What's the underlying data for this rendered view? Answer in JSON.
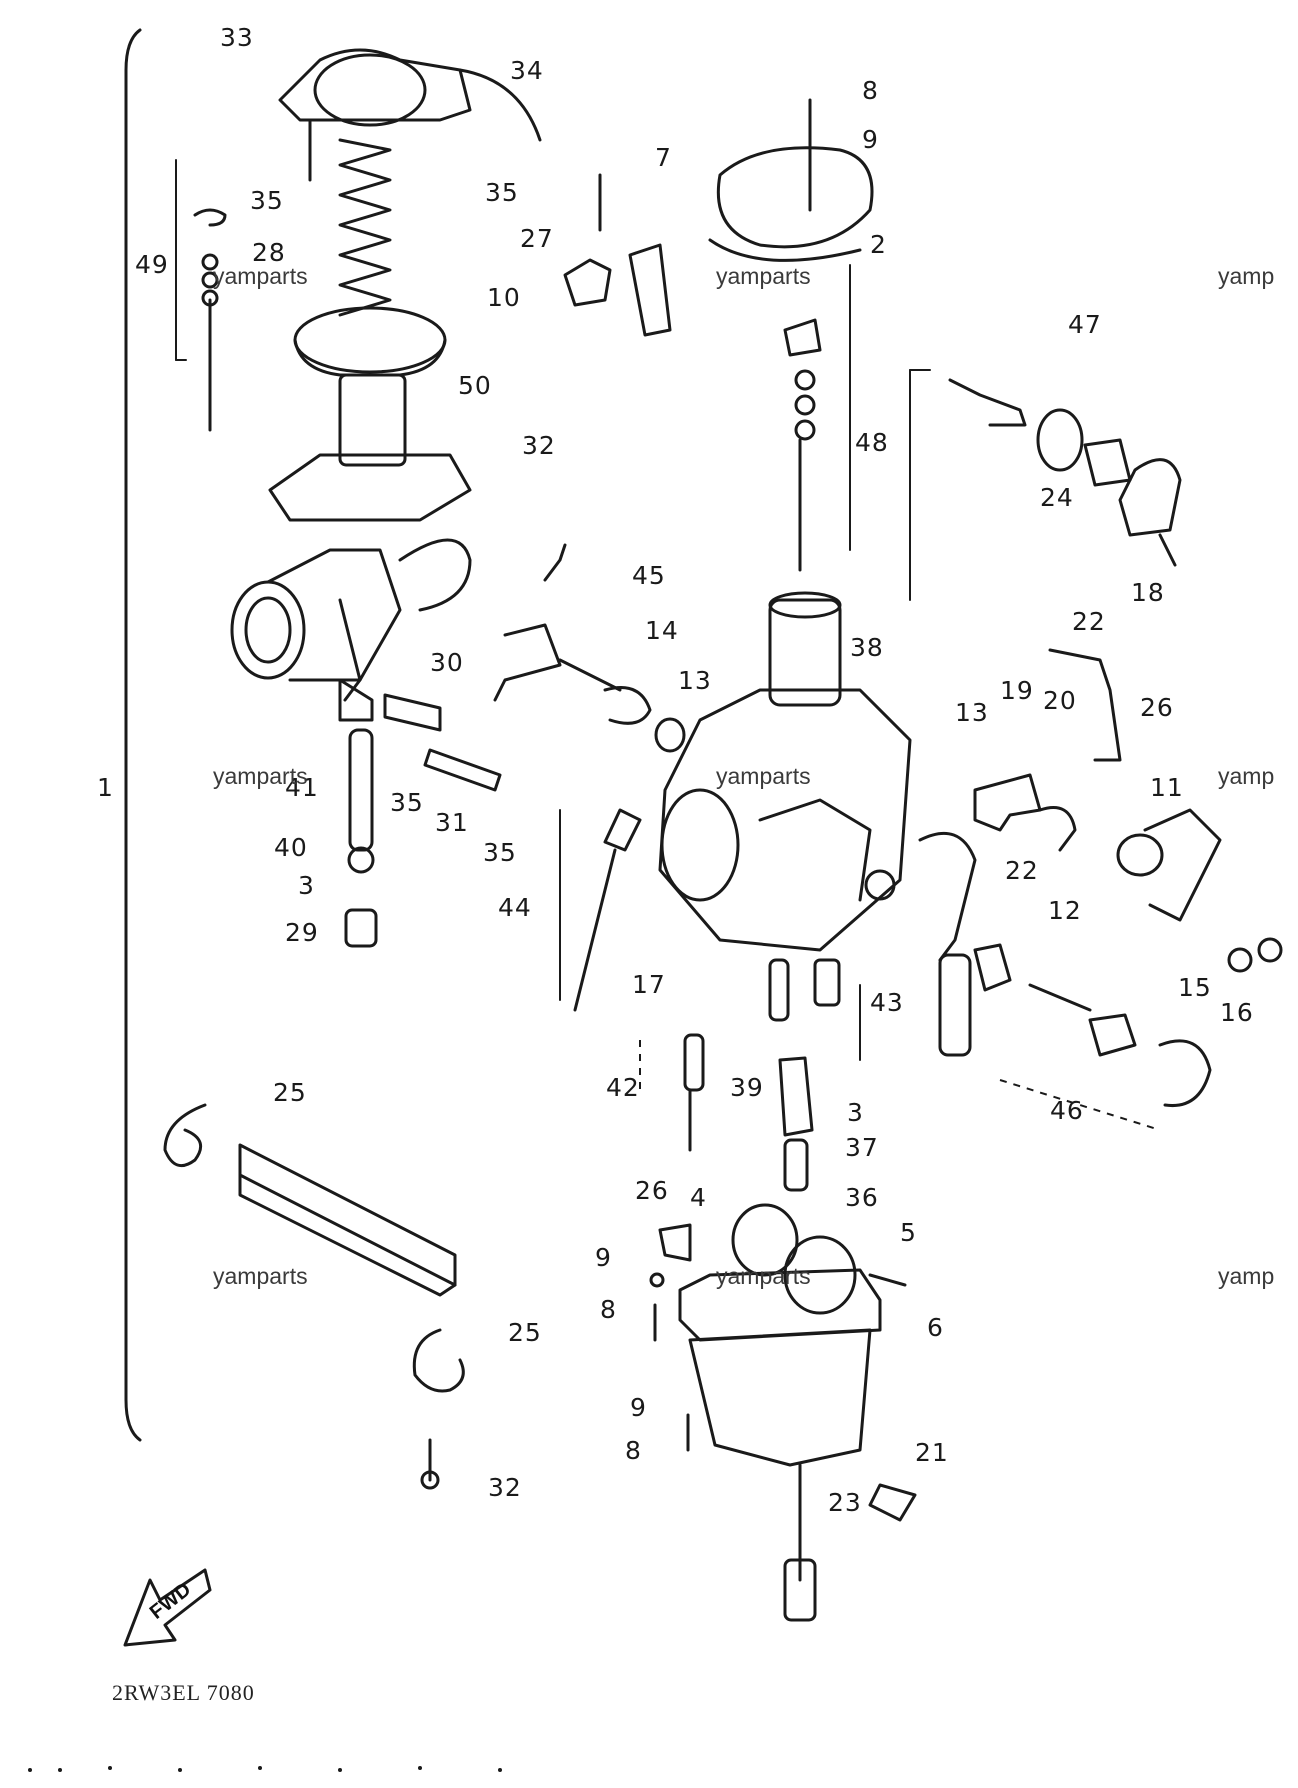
{
  "watermark": "yamparts",
  "watermark_cut": "yamp",
  "drawing_code": "2RW3EL 7080",
  "fwd_label": "FWD",
  "labels": [
    {
      "id": "l33",
      "text": "33"
    },
    {
      "id": "l34",
      "text": "34"
    },
    {
      "id": "l35a",
      "text": "35"
    },
    {
      "id": "l35b",
      "text": "35"
    },
    {
      "id": "l28",
      "text": "28"
    },
    {
      "id": "l49",
      "text": "49"
    },
    {
      "id": "l27",
      "text": "27"
    },
    {
      "id": "l10",
      "text": "10"
    },
    {
      "id": "l7",
      "text": "7"
    },
    {
      "id": "l8a",
      "text": "8"
    },
    {
      "id": "l9a",
      "text": "9"
    },
    {
      "id": "l2",
      "text": "2"
    },
    {
      "id": "l50",
      "text": "50"
    },
    {
      "id": "l48",
      "text": "48"
    },
    {
      "id": "l47",
      "text": "47"
    },
    {
      "id": "l24",
      "text": "24"
    },
    {
      "id": "l18",
      "text": "18"
    },
    {
      "id": "l32a",
      "text": "32"
    },
    {
      "id": "l45",
      "text": "45"
    },
    {
      "id": "l38",
      "text": "38"
    },
    {
      "id": "l14",
      "text": "14"
    },
    {
      "id": "l13a",
      "text": "13"
    },
    {
      "id": "l30",
      "text": "30"
    },
    {
      "id": "l41",
      "text": "41"
    },
    {
      "id": "l35c",
      "text": "35"
    },
    {
      "id": "l31",
      "text": "31"
    },
    {
      "id": "l35d",
      "text": "35"
    },
    {
      "id": "l40",
      "text": "40"
    },
    {
      "id": "l3a",
      "text": "3"
    },
    {
      "id": "l29",
      "text": "29"
    },
    {
      "id": "l1",
      "text": "1"
    },
    {
      "id": "l22a",
      "text": "22"
    },
    {
      "id": "l13b",
      "text": "13"
    },
    {
      "id": "l19",
      "text": "19"
    },
    {
      "id": "l20",
      "text": "20"
    },
    {
      "id": "l26a",
      "text": "26"
    },
    {
      "id": "l11",
      "text": "11"
    },
    {
      "id": "l22b",
      "text": "22"
    },
    {
      "id": "l12",
      "text": "12"
    },
    {
      "id": "l15",
      "text": "15"
    },
    {
      "id": "l16",
      "text": "16"
    },
    {
      "id": "l44",
      "text": "44"
    },
    {
      "id": "l17",
      "text": "17"
    },
    {
      "id": "l43",
      "text": "43"
    },
    {
      "id": "l42",
      "text": "42"
    },
    {
      "id": "l39",
      "text": "39"
    },
    {
      "id": "l46",
      "text": "46"
    },
    {
      "id": "l3b",
      "text": "3"
    },
    {
      "id": "l37",
      "text": "37"
    },
    {
      "id": "l36",
      "text": "36"
    },
    {
      "id": "l25a",
      "text": "25"
    },
    {
      "id": "l26b",
      "text": "26"
    },
    {
      "id": "l4",
      "text": "4"
    },
    {
      "id": "l5",
      "text": "5"
    },
    {
      "id": "l9b",
      "text": "9"
    },
    {
      "id": "l8b",
      "text": "8"
    },
    {
      "id": "l6",
      "text": "6"
    },
    {
      "id": "l25b",
      "text": "25"
    },
    {
      "id": "l9c",
      "text": "9"
    },
    {
      "id": "l8c",
      "text": "8"
    },
    {
      "id": "l21",
      "text": "21"
    },
    {
      "id": "l23",
      "text": "23"
    },
    {
      "id": "l32b",
      "text": "32"
    }
  ]
}
